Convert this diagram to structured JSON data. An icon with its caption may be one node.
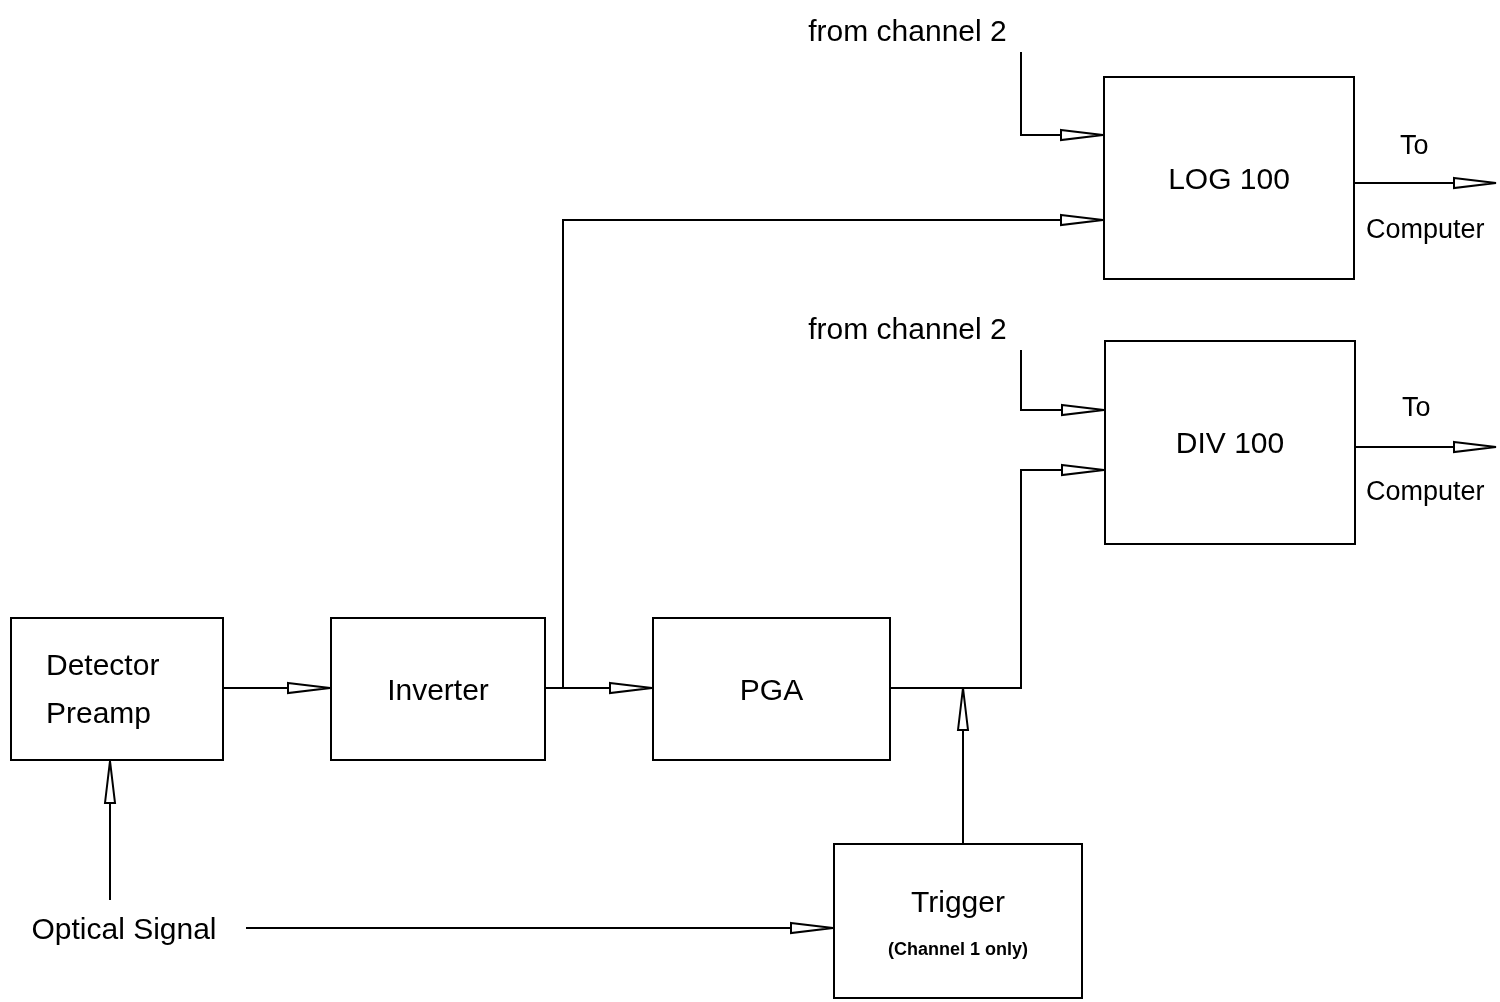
{
  "diagram": {
    "nodes": [
      {
        "text": [
          "Detector Preamp"
        ]
      },
      {
        "text": [
          "Inverter"
        ]
      },
      {
        "text": [
          "PGA"
        ]
      },
      {
        "text": [
          "LOG 100"
        ]
      },
      {
        "text": [
          "DIV 100"
        ]
      },
      {
        "text": [
          "Trigger",
          "(Channel 1 only)"
        ]
      },
      {
        "text": [
          "Optical Signal"
        ]
      },
      {
        "text": [
          "from channel 2"
        ]
      },
      {
        "text": [
          "from channel 2"
        ]
      }
    ],
    "edges": [
      {
        "from": 6,
        "to": 0,
        "arrow": "to"
      },
      {
        "from": 0,
        "to": 1,
        "arrow": "to"
      },
      {
        "from": 1,
        "to": 2,
        "arrow": "to"
      },
      {
        "from": 1,
        "to": 3,
        "arrow": "to"
      },
      {
        "from": 2,
        "to": 4,
        "arrow": "to"
      },
      {
        "from": 5,
        "to": null,
        "arrow": "to"
      },
      {
        "from": 6,
        "to": 5,
        "arrow": "to"
      },
      {
        "from": 7,
        "to": 3,
        "arrow": "to"
      },
      {
        "from": 8,
        "to": 4,
        "arrow": "to"
      },
      {
        "from": 3,
        "to": null,
        "arrow": "to"
      },
      {
        "from": 4,
        "to": null,
        "arrow": "to"
      }
    ],
    "labels": [
      "To",
      "Computer",
      "To",
      "Computer"
    ]
  }
}
